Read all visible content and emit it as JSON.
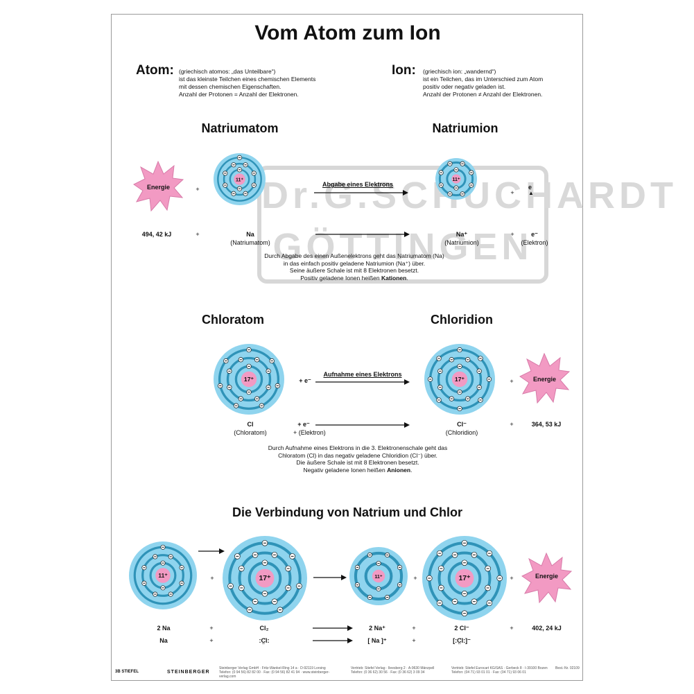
{
  "title": "Vom Atom zum Ion",
  "atom": {
    "label": "Atom:",
    "lines": [
      "(griechisch atomos: „das Unteilbare“)",
      "ist das kleinste Teilchen eines chemischen Elements",
      "mit dessen chemischen Eigenschaften.",
      "Anzahl der Protonen = Anzahl der Elektronen."
    ]
  },
  "ion": {
    "label": "Ion:",
    "lines": [
      "(griechisch ion: „wandernd“)",
      "ist ein Teilchen, das im Unterschied zum Atom",
      "positiv oder negativ geladen ist.",
      "Anzahl der Protonen ≠ Anzahl der Elektronen."
    ]
  },
  "watermark": {
    "line1": "Dr.G.SCHUCHARDT",
    "line2": "GÖTTINGEN"
  },
  "sodium": {
    "atom_heading": "Natriumatom",
    "ion_heading": "Natriumion",
    "energy": "Energie",
    "plus": "+",
    "nucleus": "11⁺",
    "arrow_label": "Abgabe eines Elektrons",
    "electron_symbol": "e",
    "energy_value": "494, 42 kJ",
    "atom_formula": "Na",
    "atom_name": "(Natriumatom)",
    "ion_formula": "Na⁺",
    "ion_name": "(Natriumion)",
    "electron_formula": "e⁻",
    "electron_name": "(Elektron)",
    "para": [
      "Durch Abgabe des einen Außenelektrons geht das Natriumatom (Na)",
      "in das einfach positiv geladene Natriumion (Na⁺) über.",
      "Seine äußere Schale ist mit 8 Elektronen besetzt."
    ],
    "para_last_prefix": "Positiv geladene Ionen heißen ",
    "para_last_bold": "Kationen",
    "para_last_suffix": "."
  },
  "chlorine": {
    "atom_heading": "Chloratom",
    "ion_heading": "Chloridion",
    "nucleus": "17⁺",
    "electron_plus": "+ e⁻",
    "arrow_label": "Aufnahme eines Elektrons",
    "energy": "Energie",
    "atom_formula": "Cl",
    "atom_name": "(Chloratom)",
    "electron_formula": "+ e⁻",
    "electron_name": "+ (Elektron)",
    "ion_formula": "Cl⁻",
    "ion_name": "(Chloridion)",
    "plus": "+",
    "energy_value": "364, 53 kJ",
    "para": [
      "Durch Aufnahme eines Elektrons in die 3. Elektronenschale geht das",
      "Chloratom (Cl) in das negativ geladene Chloridion (Cl⁻) über.",
      "Die äußere Schale ist mit 8 Elektronen besetzt."
    ],
    "para_last_prefix": "Negativ geladene Ionen heißen ",
    "para_last_bold": "Anionen",
    "para_last_suffix": "."
  },
  "compound": {
    "heading": "Die Verbindung von Natrium und Chlor",
    "plus": "+",
    "energy": "Energie",
    "row1": [
      "2 Na",
      "+",
      "Cl₂",
      "2 Na⁺",
      "+",
      "2 Cl⁻",
      "+",
      "402, 24 kJ"
    ],
    "row2": [
      "Na",
      "+",
      ":C̤̈l:",
      "[ Na ]⁺",
      "+",
      "[:C̤̈l:]⁻"
    ]
  },
  "footer": {
    "brand_left": "3B STIEFEL",
    "brand_center": "STEINBERGER",
    "col1": [
      "Steinberger Verlag GmbH · Fritz-Wankel-Ring 14 a · D-92119 Lorsing",
      "Telefon: (0 94 56) 82 82 00 · Fax: (0 94 56) 82 41 94 · www.steinberger-verlag.com"
    ],
    "col2": [
      "Vertrieb: Stiefel Verlag · Ileesberg 2 · A-9630 Mänzpell",
      "Telefon: (0 36 62) 30 56 · Fax: (0 36 62) 3 09 34"
    ],
    "col3": [
      "Vertrieb: Stiefel Eurocart KG/SAS · Gerbeck 8 · I-39100 Bozen",
      "Telefon: (04 71) 93 01 01 · Fax: (04 71) 93 06 01"
    ],
    "code": "Best.-Nr. 02109"
  },
  "colors": {
    "shell_light": "#8fd4ee",
    "shell_dark": "#2f93b8",
    "nucleus": "#f29ac3",
    "energy": "#f29ac3"
  }
}
